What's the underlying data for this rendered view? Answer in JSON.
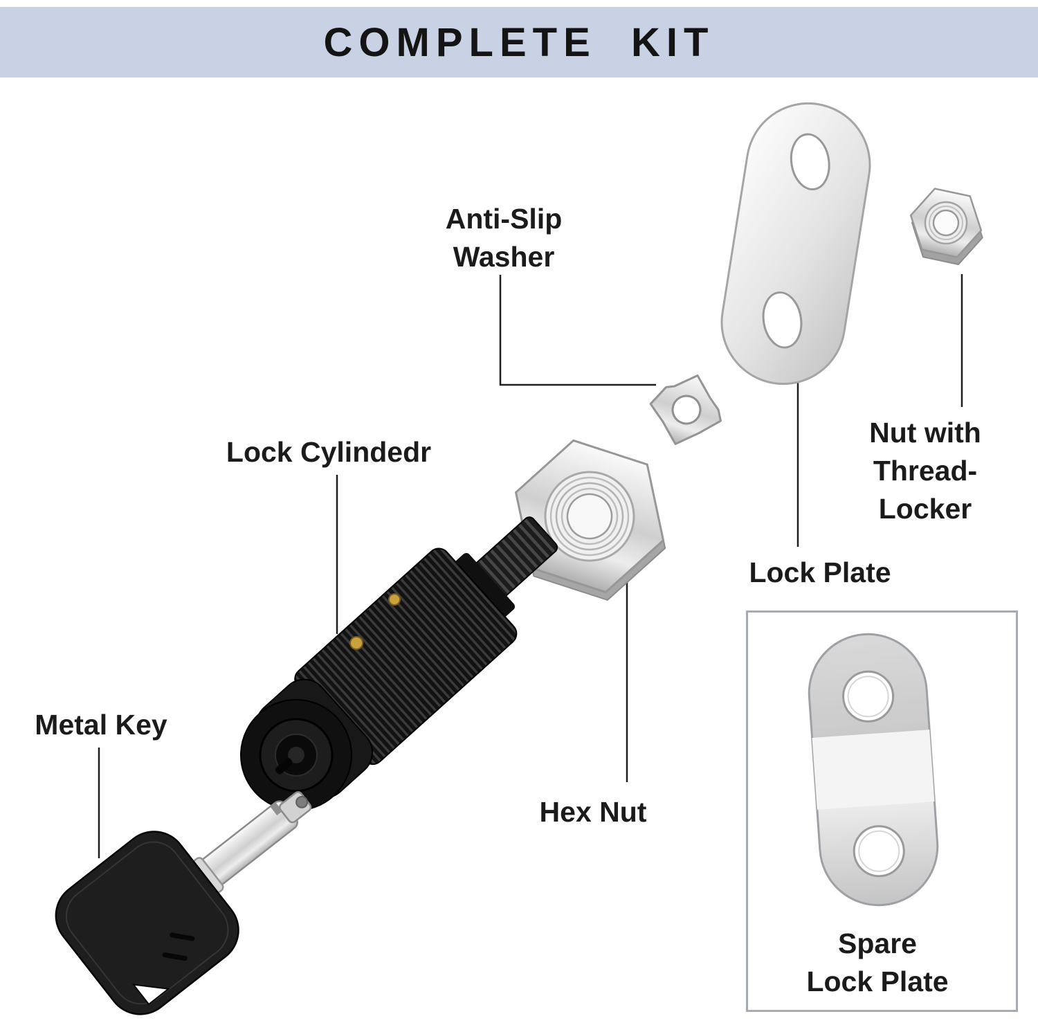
{
  "header": {
    "title": "COMPLETE  KIT"
  },
  "labels": {
    "anti_slip_washer": "Anti-Slip\nWasher",
    "lock_cylinder": "Lock Cylindedr",
    "metal_key": "Metal Key",
    "hex_nut": "Hex Nut",
    "lock_plate": "Lock Plate",
    "nut_with_thread_locker": "Nut with\nThread-Locker",
    "spare_lock_plate": "Spare\nLock Plate"
  },
  "illustrations": [
    "lock-cylinder",
    "metal-key",
    "hex-nut",
    "anti-slip-washer",
    "lock-plate",
    "thread-locker-nut",
    "spare-lock-plate"
  ],
  "palette": {
    "header_bg": "#c8d2e4",
    "text": "#1b1b1b",
    "leader_line": "#1f1f1f",
    "part_black": "#141414",
    "metal_light": "#f5f5f5",
    "metal_dark": "#b3b3b3",
    "brass_pin": "#c9a13d",
    "box_border": "#a6abb1"
  }
}
